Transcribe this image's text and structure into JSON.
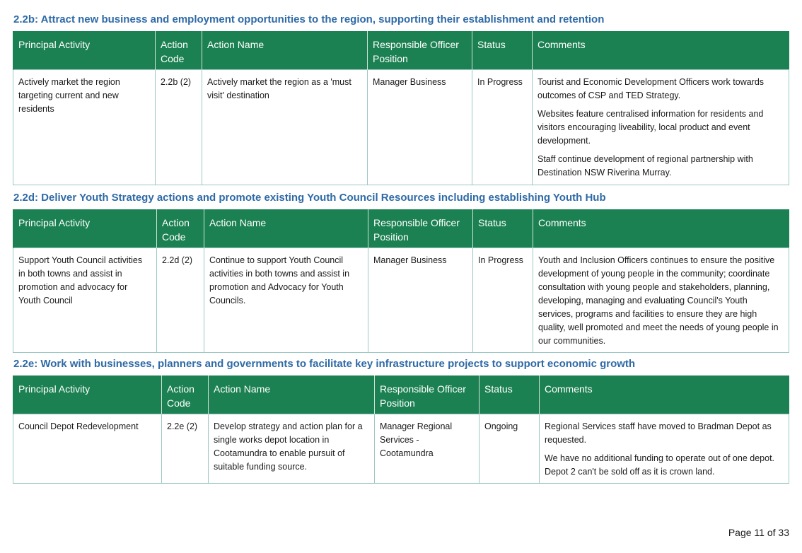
{
  "columns": [
    "Principal Activity",
    "Action Code",
    "Action Name",
    "Responsible Officer Position",
    "Status",
    "Comments"
  ],
  "sections": [
    {
      "title": "2.2b: Attract new business and employment opportunities to the region, supporting their establishment and retention",
      "row": {
        "principal_activity": "Actively market the region targeting current and new residents",
        "action_code": "2.2b (2)",
        "action_name": "Actively market the region as a 'must visit' destination",
        "officer": "Manager Business",
        "status": "In Progress",
        "comments": [
          "Tourist and Economic Development Officers work towards outcomes of CSP and TED Strategy.",
          "Websites feature centralised information for residents and visitors encouraging liveability, local product and event development.",
          "Staff continue development of regional partnership with Destination NSW Riverina Murray."
        ]
      }
    },
    {
      "title": "2.2d: Deliver Youth Strategy actions and promote existing Youth Council Resources including establishing Youth Hub",
      "row": {
        "principal_activity": "Support Youth Council activities in both towns and assist in promotion and advocacy for Youth Council",
        "action_code": "2.2d (2)",
        "action_name": "Continue to support Youth Council activities in both towns and assist in promotion and Advocacy for Youth Councils.",
        "officer": "Manager Business",
        "status": "In Progress",
        "comments": [
          "Youth and Inclusion Officers continues to ensure the positive development of young people in the community; coordinate consultation with young people and stakeholders, planning, developing, managing and evaluating Council's Youth services, programs and facilities to ensure they are high quality, well promoted and meet the needs of young people in our communities."
        ]
      }
    },
    {
      "title": "2.2e: Work with businesses, planners and governments to facilitate key infrastructure projects to support economic growth",
      "row": {
        "principal_activity": "Council Depot Redevelopment",
        "action_code": "2.2e (2)",
        "action_name": "Develop strategy and action plan for a single works depot location in Cootamundra to enable pursuit of suitable funding source.",
        "officer": "Manager Regional Services - Cootamundra",
        "status": "Ongoing",
        "comments": [
          "Regional Services staff have moved to Bradman Depot as requested.",
          "We have no additional funding to operate out of one depot. Depot 2 can't be sold off as it is crown land."
        ]
      }
    }
  ],
  "footer": {
    "page_label": "Page 11 of 33"
  }
}
